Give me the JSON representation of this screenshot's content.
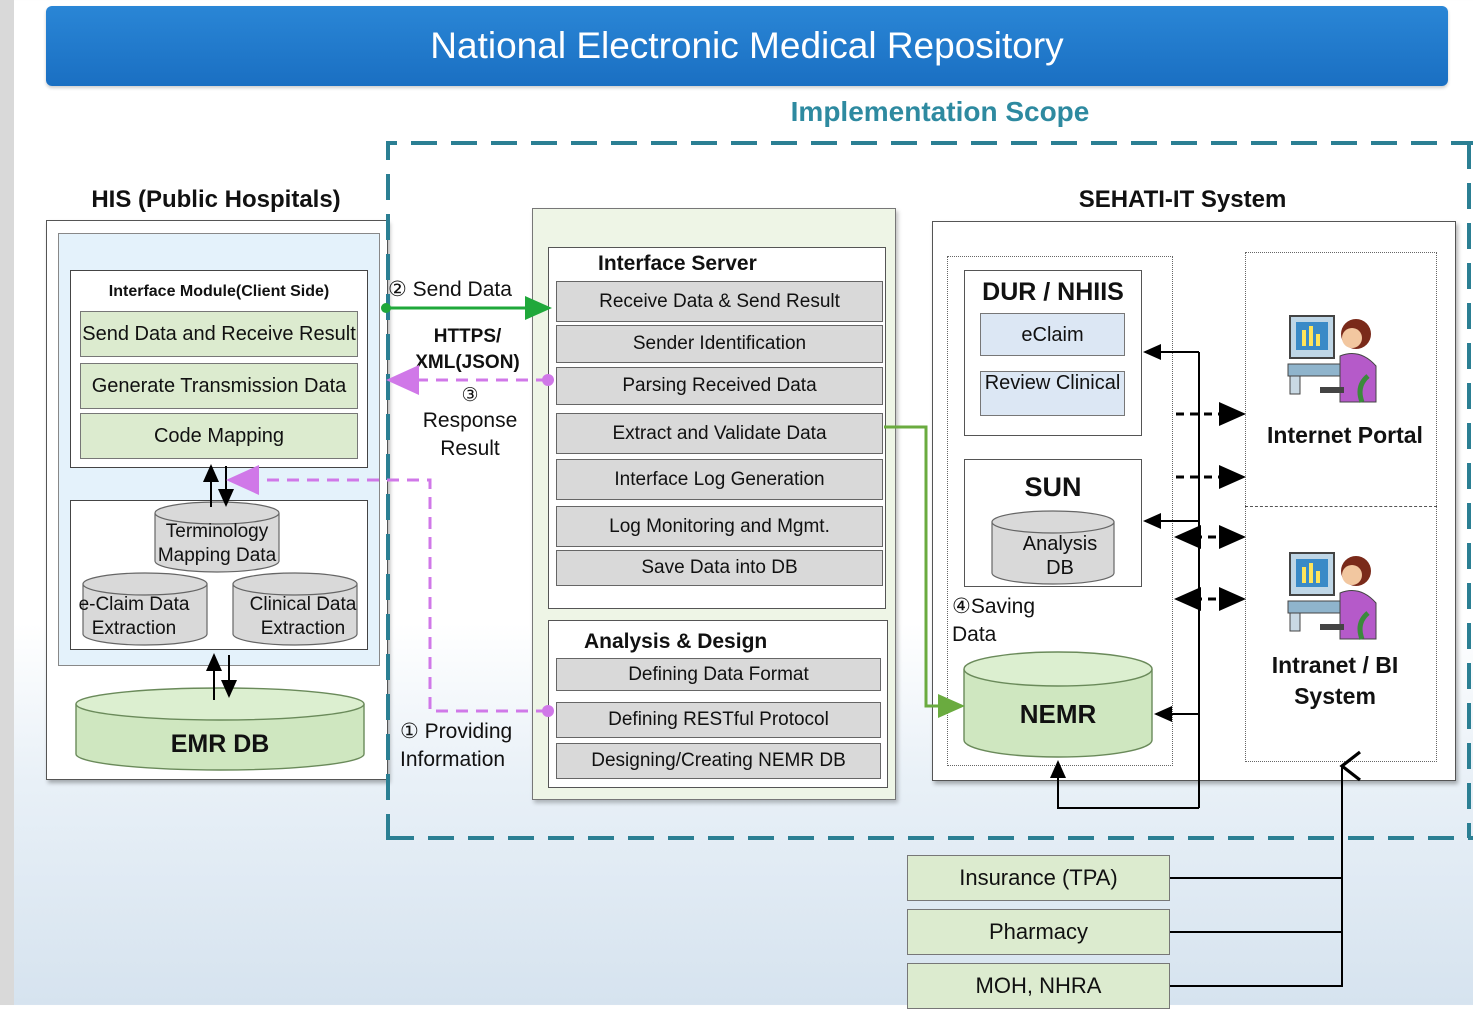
{
  "title": "National Electronic Medical Repository",
  "scope_label": "Implementation Scope",
  "his": {
    "title": "HIS (Public Hospitals)",
    "module_title": "Interface Module(Client Side)",
    "items": [
      "Send Data and Receive Result",
      "Generate  Transmission Data",
      "Code Mapping"
    ],
    "terminology_db": "Terminology Mapping Data",
    "eclaim_db": "e-Claim Data Extraction",
    "clinical_db": "Clinical Data Extraction",
    "emr_db": "EMR DB"
  },
  "flows": {
    "send_data": "② Send Data",
    "protocol": "HTTPS/ XML(JSON)",
    "response_num": "③",
    "response": "Response Result",
    "providing": "① Providing Information",
    "saving": "④Saving Data"
  },
  "interface_server": {
    "title": "Interface Server",
    "items": [
      "Receive Data & Send Result",
      "Sender Identification",
      "Parsing Received Data",
      "Extract and Validate Data",
      "Interface Log Generation",
      "Log Monitoring and Mgmt.",
      "Save Data into DB"
    ]
  },
  "analysis_design": {
    "title": "Analysis & Design",
    "items": [
      "Defining Data Format",
      "Defining RESTful Protocol",
      "Designing/Creating  NEMR DB"
    ]
  },
  "sehati": {
    "title": "SEHATI-IT System",
    "dur_title": "DUR / NHIIS",
    "eclaim": "eClaim",
    "review": "Review Clinical",
    "sun_title": "SUN",
    "analysis_db": "Analysis DB",
    "nemr": "NEMR",
    "portal": "Internet Portal",
    "intranet": "Intranet / BI System"
  },
  "external": [
    "Insurance (TPA)",
    "Pharmacy",
    "MOH, NHRA"
  ],
  "colors": {
    "banner": "#1a6fc2",
    "scope": "#2e8aa0",
    "send_arrow": "#1fa83a",
    "response_arrow": "#d078e8",
    "save_arrow": "#6aab3f"
  }
}
